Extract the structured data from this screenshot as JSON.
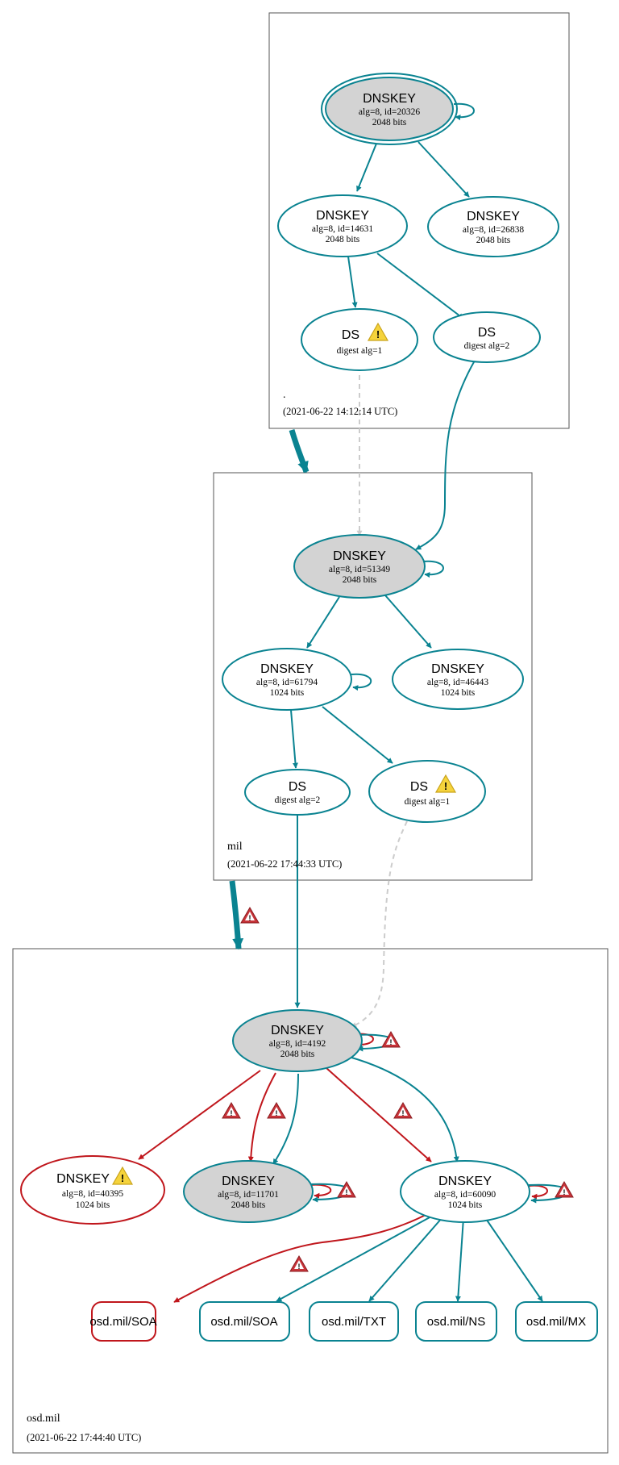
{
  "colors": {
    "secure": "#0a8391",
    "bogus": "#c0161c",
    "insecure_dashed": "#cccccc",
    "node_fill_sep": "#d3d3d3",
    "warning_yellow": "#f5d33c",
    "error_red": "#c8343a"
  },
  "zones": [
    {
      "label": ".",
      "timestamp": "(2021-06-22 14:12:14 UTC)",
      "nodes": [
        {
          "title": "DNSKEY",
          "line1": "alg=8, id=20326",
          "line2": "2048 bits"
        },
        {
          "title": "DNSKEY",
          "line1": "alg=8, id=14631",
          "line2": "2048 bits"
        },
        {
          "title": "DNSKEY",
          "line1": "alg=8, id=26838",
          "line2": "2048 bits"
        },
        {
          "title": "DS",
          "line1": "digest alg=1",
          "warning": "warning-icon"
        },
        {
          "title": "DS",
          "line1": "digest alg=2"
        }
      ]
    },
    {
      "label": "mil",
      "timestamp": "(2021-06-22 17:44:33 UTC)",
      "nodes": [
        {
          "title": "DNSKEY",
          "line1": "alg=8, id=51349",
          "line2": "2048 bits"
        },
        {
          "title": "DNSKEY",
          "line1": "alg=8, id=61794",
          "line2": "1024 bits"
        },
        {
          "title": "DNSKEY",
          "line1": "alg=8, id=46443",
          "line2": "1024 bits"
        },
        {
          "title": "DS",
          "line1": "digest alg=2"
        },
        {
          "title": "DS",
          "line1": "digest alg=1",
          "warning": "warning-icon"
        }
      ]
    },
    {
      "label": "osd.mil",
      "timestamp": "(2021-06-22 17:44:40 UTC)",
      "nodes": [
        {
          "title": "DNSKEY",
          "line1": "alg=8, id=4192",
          "line2": "2048 bits"
        },
        {
          "title": "DNSKEY",
          "line1": "alg=8, id=40395",
          "line2": "1024 bits",
          "warning": "warning-icon"
        },
        {
          "title": "DNSKEY",
          "line1": "alg=8, id=11701",
          "line2": "2048 bits"
        },
        {
          "title": "DNSKEY",
          "line1": "alg=8, id=60090",
          "line2": "1024 bits"
        }
      ],
      "rrsets": [
        "osd.mil/SOA",
        "osd.mil/SOA",
        "osd.mil/TXT",
        "osd.mil/NS",
        "osd.mil/MX"
      ]
    }
  ]
}
